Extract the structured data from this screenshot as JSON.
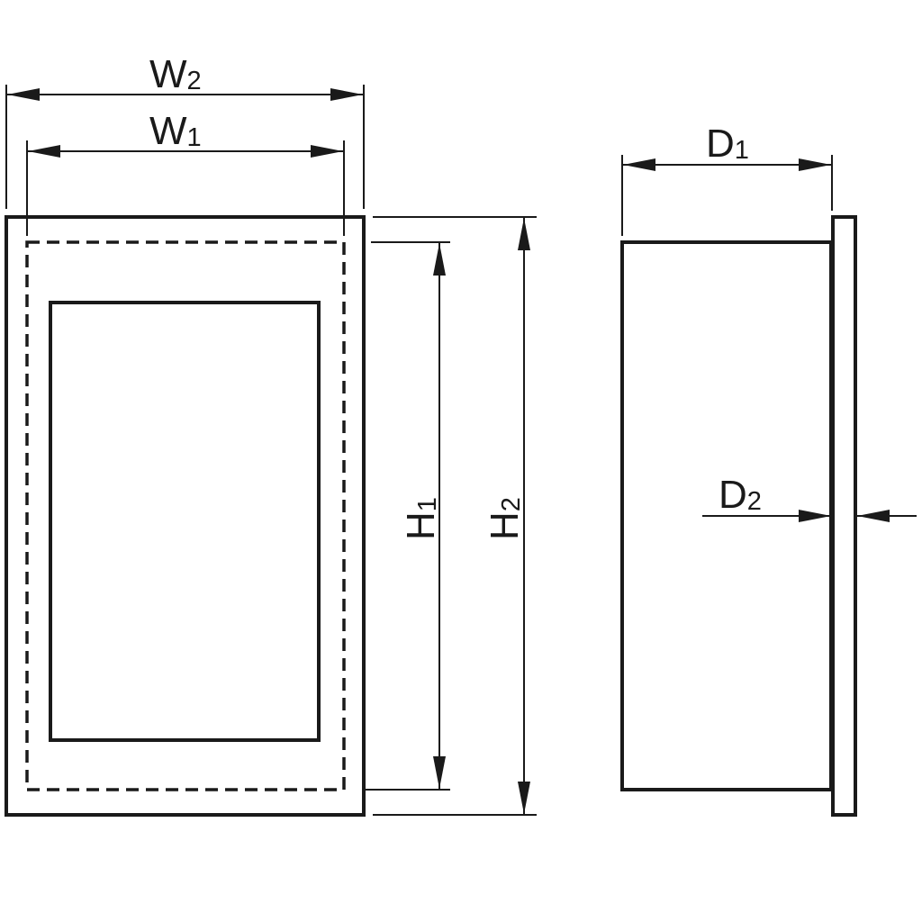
{
  "labels": {
    "w1": {
      "main": "W",
      "sub": "1"
    },
    "w2": {
      "main": "W",
      "sub": "2"
    },
    "h1": {
      "main": "H",
      "sub": "1"
    },
    "h2": {
      "main": "H",
      "sub": "2"
    },
    "d1": {
      "main": "D",
      "sub": "1"
    },
    "d2": {
      "main": "D",
      "sub": "2"
    }
  },
  "colors": {
    "line": "#1a1a1a",
    "background": "#ffffff"
  }
}
